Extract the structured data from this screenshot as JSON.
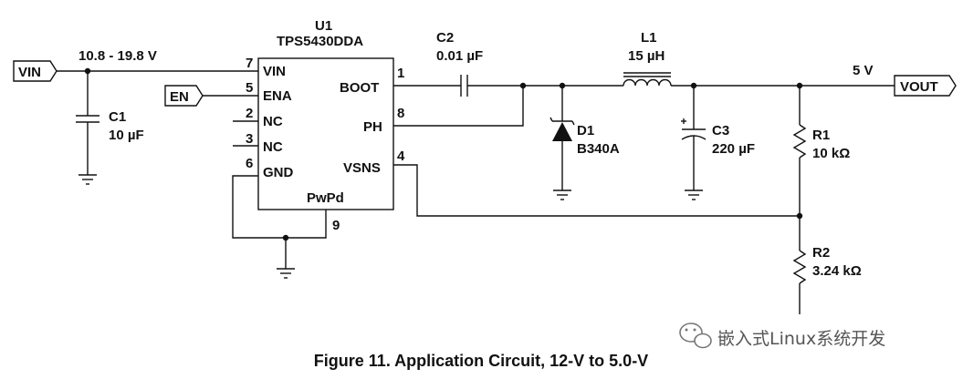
{
  "ports": {
    "vin": "VIN",
    "en": "EN",
    "vout": "VOUT"
  },
  "rails": {
    "vin_range": "10.8 - 19.8 V",
    "vout": "5 V"
  },
  "ic": {
    "ref": "U1",
    "part": "TPS5430DDA",
    "pins": [
      {
        "num": "7",
        "name": "VIN"
      },
      {
        "num": "5",
        "name": "ENA"
      },
      {
        "num": "2",
        "name": "NC"
      },
      {
        "num": "3",
        "name": "NC"
      },
      {
        "num": "6",
        "name": "GND"
      },
      {
        "num": "1",
        "name": "BOOT"
      },
      {
        "num": "8",
        "name": "PH"
      },
      {
        "num": "4",
        "name": "VSNS"
      },
      {
        "num": "9",
        "name": "PwPd"
      }
    ]
  },
  "components": {
    "c1": {
      "ref": "C1",
      "value": "10 µF"
    },
    "c2": {
      "ref": "C2",
      "value": "0.01 µF"
    },
    "l1": {
      "ref": "L1",
      "value": "15 µH"
    },
    "d1": {
      "ref": "D1",
      "value": "B340A"
    },
    "c3": {
      "ref": "C3",
      "value": "220 µF"
    },
    "r1": {
      "ref": "R1",
      "value": "10 kΩ"
    },
    "r2": {
      "ref": "R2",
      "value": "3.24 kΩ"
    }
  },
  "caption": "Figure 11. Application Circuit, 12-V to 5.0-V",
  "watermark": "嵌入式Linux系统开发"
}
